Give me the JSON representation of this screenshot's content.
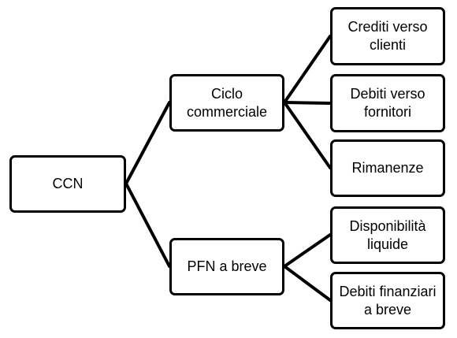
{
  "diagram": {
    "root": {
      "label": "CCN"
    },
    "branches": [
      {
        "label": "Ciclo\ncommerciale",
        "children": [
          {
            "label": "Crediti verso\nclienti"
          },
          {
            "label": "Debiti verso\nfornitori"
          },
          {
            "label": "Rimanenze"
          }
        ]
      },
      {
        "label": "PFN a breve",
        "children": [
          {
            "label": "Disponibilità\nliquide"
          },
          {
            "label": "Debiti finanziari\na breve"
          }
        ]
      }
    ],
    "colors": {
      "stroke": "#000000",
      "fill": "#ffffff",
      "text": "#000000"
    }
  }
}
